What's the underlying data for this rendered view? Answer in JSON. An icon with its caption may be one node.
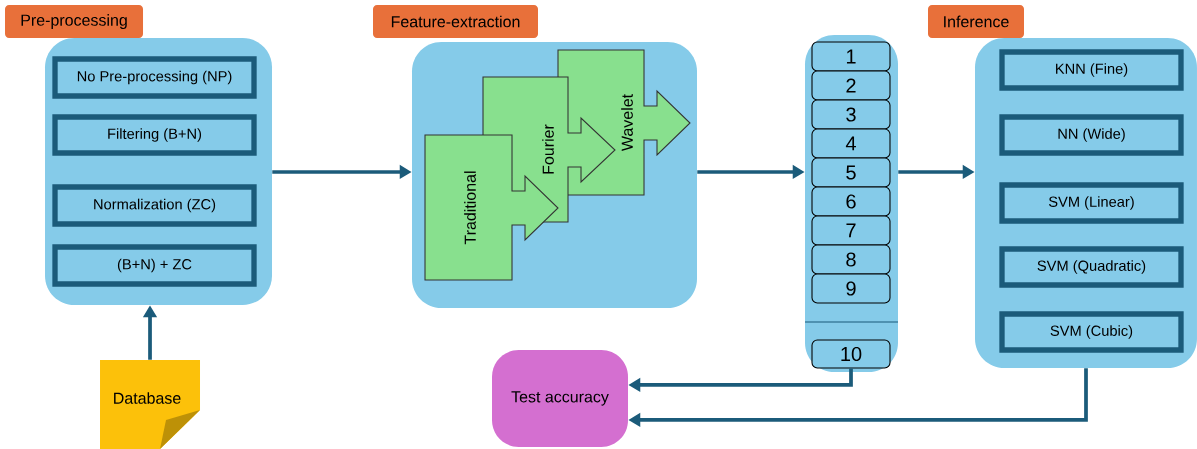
{
  "diagram": {
    "nodes": [
      {
        "text": [
          "Pre-processing"
        ]
      },
      {
        "text": [
          "No Pre-processing (NP)"
        ],
        "in": 0
      },
      {
        "text": [
          "Filtering (B+N)"
        ],
        "in": 0
      },
      {
        "text": [
          "Normalization (ZC)"
        ],
        "in": 0
      },
      {
        "text": [
          "(B+N) + ZC"
        ],
        "in": 0
      },
      {
        "text": [
          "Feature-extraction"
        ]
      },
      {
        "text": [
          "Traditional"
        ],
        "in": 5
      },
      {
        "text": [
          "Fourier"
        ],
        "in": 5
      },
      {
        "text": [
          "Wavelet"
        ],
        "in": 5
      },
      {
        "text": [],
        "shape": "box"
      },
      {
        "text": [
          "1"
        ],
        "in": 9
      },
      {
        "text": [
          "2"
        ],
        "in": 9
      },
      {
        "text": [
          "3"
        ],
        "in": 9
      },
      {
        "text": [
          "4"
        ],
        "in": 9
      },
      {
        "text": [
          "5"
        ],
        "in": 9
      },
      {
        "text": [
          "6"
        ],
        "in": 9
      },
      {
        "text": [
          "7"
        ],
        "in": 9
      },
      {
        "text": [
          "8"
        ],
        "in": 9
      },
      {
        "text": [
          "9"
        ],
        "in": 9
      },
      {
        "text": [
          "10"
        ],
        "in": 9
      },
      {
        "text": [
          "Inference"
        ]
      },
      {
        "text": [
          "KNN (Fine)"
        ],
        "in": 20
      },
      {
        "text": [
          "NN (Wide)"
        ],
        "in": 20
      },
      {
        "text": [
          "SVM (Linear)"
        ],
        "in": 20
      },
      {
        "text": [
          "SVM (Quadratic)"
        ],
        "in": 20
      },
      {
        "text": [
          "SVM (Cubic)"
        ],
        "in": 20
      },
      {
        "text": [
          "Database"
        ]
      },
      {
        "text": [
          "Test accuracy"
        ]
      }
    ],
    "edges": [
      {
        "from": 26,
        "to": 0,
        "arrow": "to"
      },
      {
        "from": 0,
        "to": 5,
        "arrow": "to"
      },
      {
        "from": 5,
        "to": 9,
        "arrow": "to"
      },
      {
        "from": 9,
        "to": 20,
        "arrow": "to"
      },
      {
        "from": 19,
        "to": 27,
        "arrow": "to"
      },
      {
        "from": 20,
        "to": 27,
        "arrow": "to"
      }
    ]
  }
}
